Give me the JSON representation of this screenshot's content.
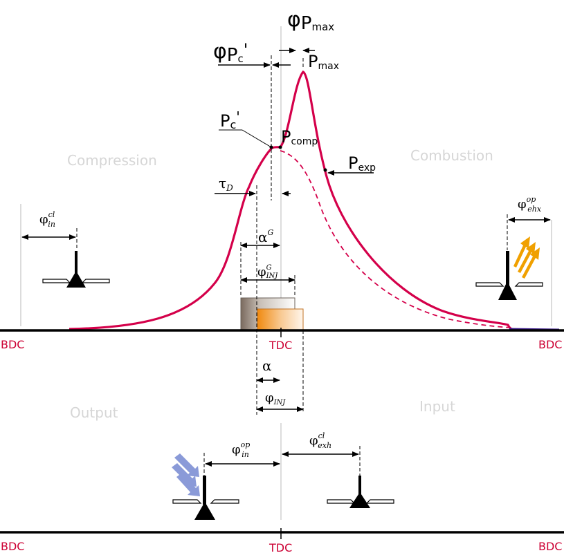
{
  "phases": {
    "compression": "Compression",
    "combustion": "Combustion",
    "output": "Output",
    "input": "Input"
  },
  "dead_centers": {
    "bdc": "BDC",
    "tdc": "TDC"
  },
  "labels": {
    "phi_pmax": "φ",
    "phi_pmax_sub": "P",
    "phi_pmax_subsub": "max",
    "phi_pc": "φ",
    "phi_pc_sub": "P",
    "phi_pc_subsub": "c",
    "phi_pc_prime": "'",
    "pmax": "P",
    "pmax_sub": "max",
    "pc": "P",
    "pc_sub": "c",
    "pc_prime": "'",
    "pcomp": "P",
    "pcomp_sub": "comp",
    "pexp": "P",
    "pexp_sub": "exp",
    "tau": "τ",
    "tau_sub": "D",
    "alpha_g": "α",
    "alpha_g_sup": "G",
    "phi_inj_g": "φ",
    "phi_inj_g_sup": "G",
    "phi_inj_g_sub": "INJ",
    "alpha": "α",
    "phi_inj": "φ",
    "phi_inj_sub": "INJ",
    "phi_in_cl": "φ",
    "phi_in_cl_sup": "cl",
    "phi_in_cl_sub": "in",
    "phi_ehx_op": "φ",
    "phi_ehx_op_sup": "op",
    "phi_ehx_op_sub": "ehx",
    "phi_in_op": "φ",
    "phi_in_op_sup": "op",
    "phi_in_op_sub": "in",
    "phi_exh_cl": "φ",
    "phi_exh_cl_sup": "cl",
    "phi_exh_cl_sub": "exh"
  },
  "colors": {
    "pressure_curve": "#d4004a",
    "red_text": "#cc0033",
    "phase_text": "#d6d6d6",
    "exhaust_arrows": "#f0a000",
    "intake_arrows": "#8a9ad8",
    "tail_line": "#3a1a8a"
  }
}
